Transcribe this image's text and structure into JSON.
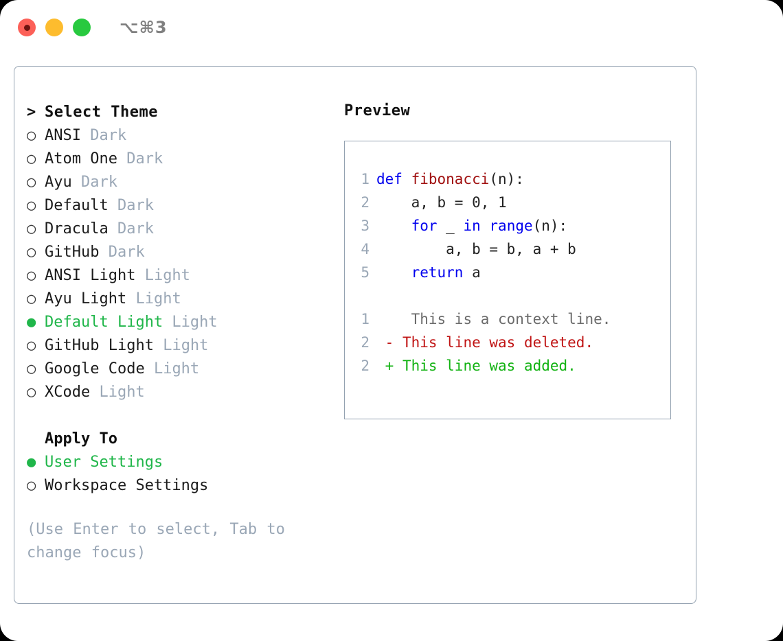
{
  "titlebar": {
    "shortcut": "⌥⌘3",
    "buttons": [
      {
        "name": "close",
        "color": "#fc6058"
      },
      {
        "name": "minimize",
        "color": "#fdbc2e"
      },
      {
        "name": "maximize",
        "color": "#28c93f"
      }
    ]
  },
  "theme_panel": {
    "header_marker": ">",
    "header": "Select Theme",
    "items": [
      {
        "marker": "○",
        "name": "ANSI",
        "variant": "Dark",
        "selected": false
      },
      {
        "marker": "○",
        "name": "Atom One",
        "variant": "Dark",
        "selected": false
      },
      {
        "marker": "○",
        "name": "Ayu",
        "variant": "Dark",
        "selected": false
      },
      {
        "marker": "○",
        "name": "Default",
        "variant": "Dark",
        "selected": false
      },
      {
        "marker": "○",
        "name": "Dracula",
        "variant": "Dark",
        "selected": false
      },
      {
        "marker": "○",
        "name": "GitHub",
        "variant": "Dark",
        "selected": false
      },
      {
        "marker": "○",
        "name": "ANSI Light",
        "variant": "Light",
        "selected": false
      },
      {
        "marker": "○",
        "name": "Ayu Light",
        "variant": "Light",
        "selected": false
      },
      {
        "marker": "●",
        "name": "Default Light",
        "variant": "Light",
        "selected": true
      },
      {
        "marker": "○",
        "name": "GitHub Light",
        "variant": "Light",
        "selected": false
      },
      {
        "marker": "○",
        "name": "Google Code",
        "variant": "Light",
        "selected": false
      },
      {
        "marker": "○",
        "name": "XCode",
        "variant": "Light",
        "selected": false
      }
    ]
  },
  "apply_to": {
    "header": "Apply To",
    "items": [
      {
        "marker": "●",
        "name": "User Settings",
        "selected": true
      },
      {
        "marker": "○",
        "name": "Workspace Settings",
        "selected": false
      }
    ]
  },
  "hint": "(Use Enter to select, Tab to change focus)",
  "preview": {
    "title": "Preview",
    "code_lines": [
      {
        "num": "1",
        "tokens": [
          {
            "t": "def ",
            "c": "kw"
          },
          {
            "t": "fibonacci",
            "c": "fn"
          },
          {
            "t": "(n):",
            "c": "plain"
          }
        ]
      },
      {
        "num": "2",
        "tokens": [
          {
            "t": "    a, b = 0, 1",
            "c": "plain"
          }
        ]
      },
      {
        "num": "3",
        "tokens": [
          {
            "t": "    ",
            "c": "plain"
          },
          {
            "t": "for",
            "c": "kw"
          },
          {
            "t": " _ ",
            "c": "plain"
          },
          {
            "t": "in",
            "c": "kw"
          },
          {
            "t": " ",
            "c": "plain"
          },
          {
            "t": "range",
            "c": "kw"
          },
          {
            "t": "(n):",
            "c": "plain"
          }
        ]
      },
      {
        "num": "4",
        "tokens": [
          {
            "t": "        a, b = b, a + b",
            "c": "plain"
          }
        ]
      },
      {
        "num": "5",
        "tokens": [
          {
            "t": "    ",
            "c": "plain"
          },
          {
            "t": "return",
            "c": "kw"
          },
          {
            "t": " a",
            "c": "plain"
          }
        ]
      }
    ],
    "diff_lines": [
      {
        "num": "1",
        "sign": " ",
        "text": "  This is a context line.",
        "kind": "ctx"
      },
      {
        "num": "2",
        "sign": "-",
        "text": " This line was deleted.",
        "kind": "del"
      },
      {
        "num": "2",
        "sign": "+",
        "text": " This line was added.",
        "kind": "add"
      }
    ]
  },
  "colors": {
    "accent_green": "#20b64a",
    "muted": "#9aa7b6",
    "keyword_blue": "#0000ee",
    "function_red": "#a01010",
    "diff_add": "#11b211",
    "diff_del": "#c01414",
    "border": "#93a1b0"
  }
}
